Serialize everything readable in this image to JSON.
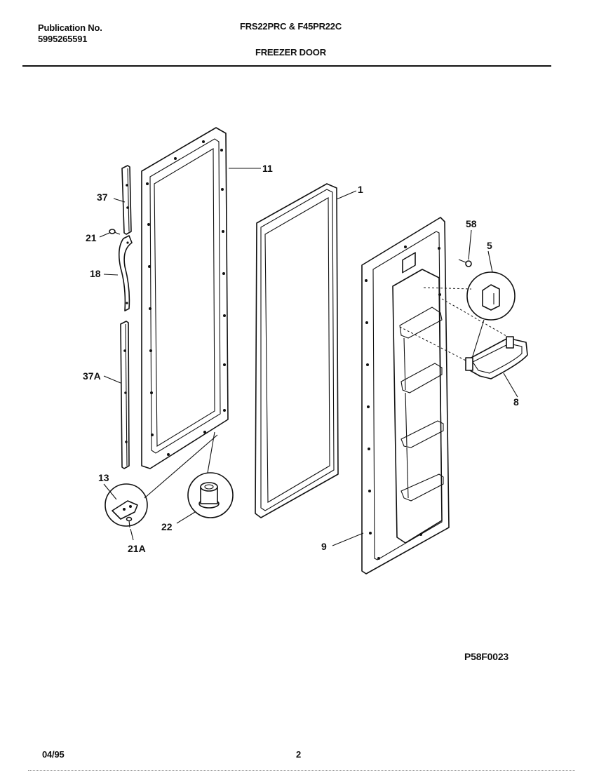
{
  "header": {
    "publication_label": "Publication No.",
    "publication_number": "5995265591",
    "models": "FRS22PRC & F45PR22C",
    "section_title": "FREEZER DOOR"
  },
  "footer": {
    "date": "04/95",
    "page": "2"
  },
  "diagram_code": "P58F0023",
  "callouts": {
    "c11": "11",
    "c1": "1",
    "c37": "37",
    "c21": "21",
    "c18": "18",
    "c37a": "37A",
    "c13": "13",
    "c21a": "21A",
    "c22": "22",
    "c58": "58",
    "c5": "5",
    "c8": "8",
    "c9": "9"
  }
}
